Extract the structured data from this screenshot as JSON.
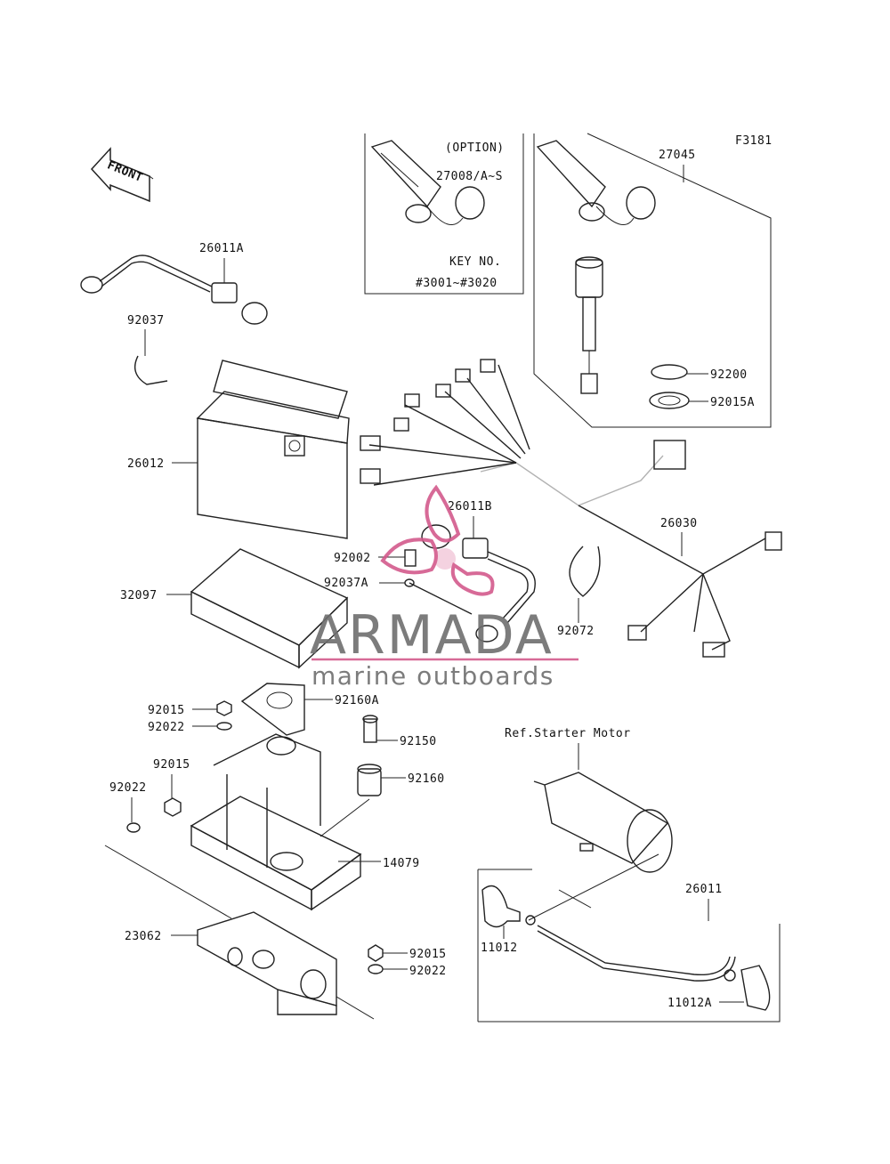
{
  "figure_code": "F3181",
  "front_label": "FRONT",
  "option_box": {
    "title": "(OPTION)",
    "part": "27008/A~S",
    "key_label": "KEY NO.",
    "key_range": "#3001~#3020"
  },
  "parts": {
    "p27045": "27045",
    "p26011A": "26011A",
    "p92037": "92037",
    "p92200": "92200",
    "p92015A": "92015A",
    "p26012": "26012",
    "p26011B": "26011B",
    "p26030": "26030",
    "p92002": "92002",
    "p92037A": "92037A",
    "p32097": "32097",
    "p92072": "92072",
    "p92160A": "92160A",
    "p92015a": "92015",
    "p92022a": "92022",
    "p92150": "92150",
    "p92015b": "92015",
    "p92160": "92160",
    "p92022b": "92022",
    "p14079": "14079",
    "p23062": "23062",
    "p92015c": "92015",
    "p92022c": "92022",
    "ref_starter": "Ref.Starter Motor",
    "p26011": "26011",
    "p11012": "11012",
    "p11012A": "11012A"
  },
  "watermark": {
    "brand": "ARMADA",
    "tagline": "marine outboards",
    "accent_color": "#d35a8c"
  }
}
